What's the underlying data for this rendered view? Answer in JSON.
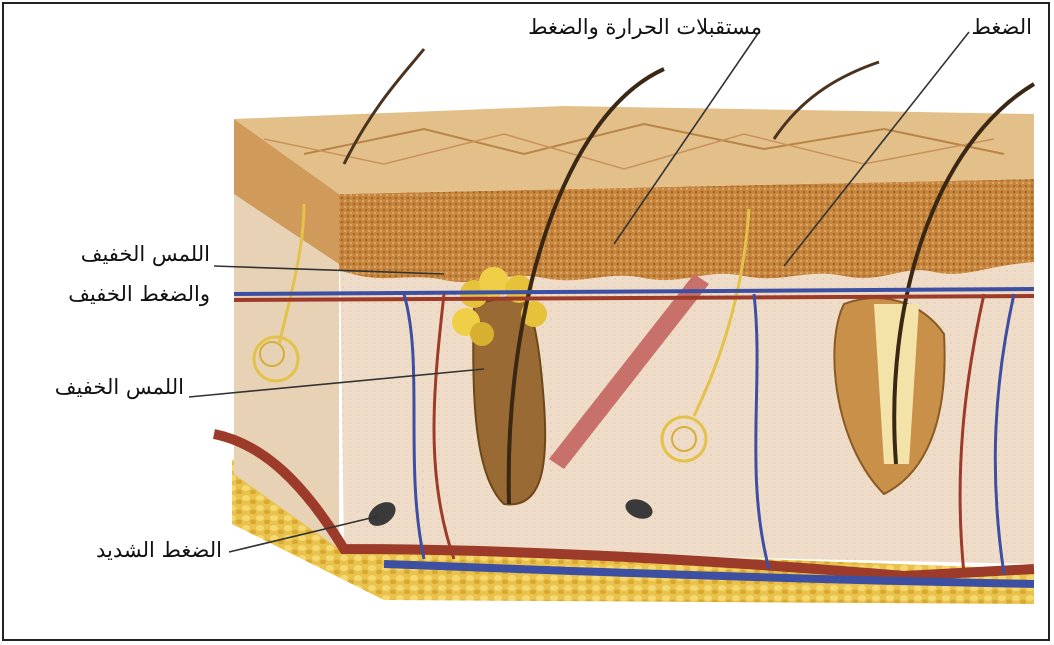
{
  "diagram": {
    "labels": {
      "heat_pressure": "مستقبلات الحرارة والضغط",
      "pressure": "الضغط",
      "light_touch_light_pressure_line1": "اللمس الخفيف",
      "light_touch_light_pressure_line2": "والضغط الخفيف",
      "light_touch": "اللمس الخفيف",
      "deep_pressure": "الضغط الشديد"
    },
    "colors": {
      "epidermis": "#c9904a",
      "epidermis_light": "#e2c18b",
      "dermis": "#efdcc7",
      "fat": "#e8c24a",
      "artery": "#9c3b2a",
      "vein": "#3d4fa3",
      "hair": "#4a3420",
      "leader_line": "#333333"
    }
  }
}
